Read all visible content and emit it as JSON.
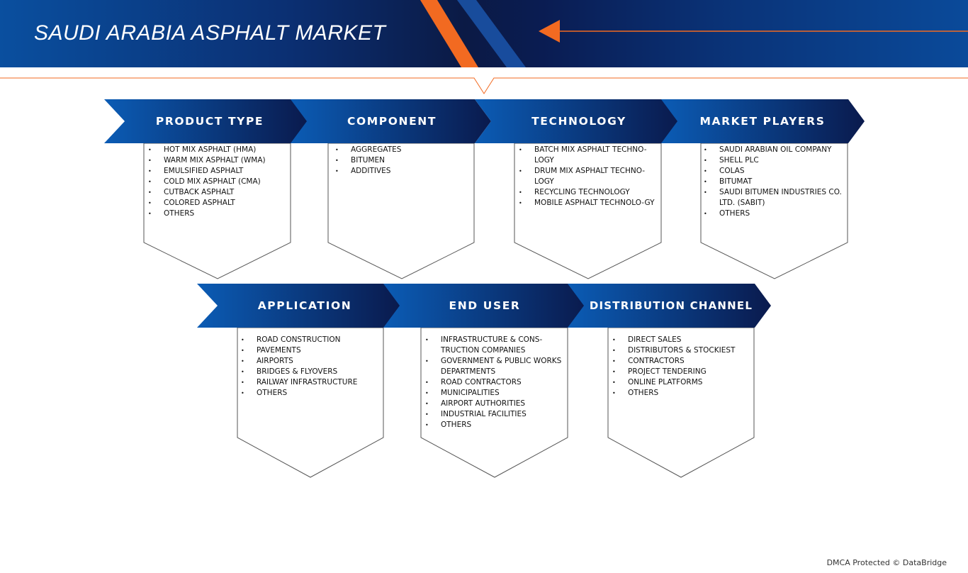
{
  "header": {
    "title": "SAUDI ARABIA ASPHALT MARKET"
  },
  "colors": {
    "header_dark": "#0b1a45",
    "header_blue": "#0a4a9f",
    "accent_orange": "#f26a21",
    "banner_start": "#0b5cb5",
    "banner_end": "#0a1a4d",
    "card_border": "#555555"
  },
  "segments": [
    {
      "title": "PRODUCT TYPE",
      "items": [
        "HOT MIX ASPHALT (HMA)",
        "WARM MIX ASPHALT (WMA)",
        "EMULSIFIED ASPHALT",
        "COLD MIX ASPHALT (CMA)",
        "CUTBACK ASPHALT",
        "COLORED ASPHALT",
        "OTHERS"
      ]
    },
    {
      "title": "COMPONENT",
      "items": [
        "AGGREGATES",
        "BITUMEN",
        "ADDITIVES"
      ]
    },
    {
      "title": "TECHNOLOGY",
      "items": [
        "BATCH MIX ASPHALT TECHNO-LOGY",
        "DRUM MIX ASPHALT TECHNO-LOGY",
        "RECYCLING TECHNOLOGY",
        "MOBILE ASPHALT TECHNOLO-GY"
      ]
    },
    {
      "title": "MARKET PLAYERS",
      "items": [
        "SAUDI ARABIAN OIL COMPANY",
        "SHELL PLC",
        "COLAS",
        "BITUMAT",
        "SAUDI BITUMEN INDUSTRIES CO. LTD. (SABIT)",
        "OTHERS"
      ]
    },
    {
      "title": "APPLICATION",
      "items": [
        "ROAD CONSTRUCTION",
        "PAVEMENTS",
        "AIRPORTS",
        "BRIDGES & FLYOVERS",
        "RAILWAY INFRASTRUCTURE",
        "OTHERS"
      ]
    },
    {
      "title": "END USER",
      "items": [
        "INFRASTRUCTURE & CONS-TRUCTION COMPANIES",
        "GOVERNMENT & PUBLIC WORKS DEPARTMENTS",
        "ROAD CONTRACTORS",
        "MUNICIPALITIES",
        "AIRPORT AUTHORITIES",
        "INDUSTRIAL FACILITIES",
        "OTHERS"
      ]
    },
    {
      "title": "DISTRIBUTION CHANNEL",
      "items": [
        "DIRECT SALES",
        "DISTRIBUTORS & STOCKIEST",
        "CONTRACTORS",
        "PROJECT TENDERING",
        "ONLINE PLATFORMS",
        "OTHERS"
      ]
    }
  ],
  "footer": {
    "credit": "DMCA Protected © DataBridge"
  }
}
